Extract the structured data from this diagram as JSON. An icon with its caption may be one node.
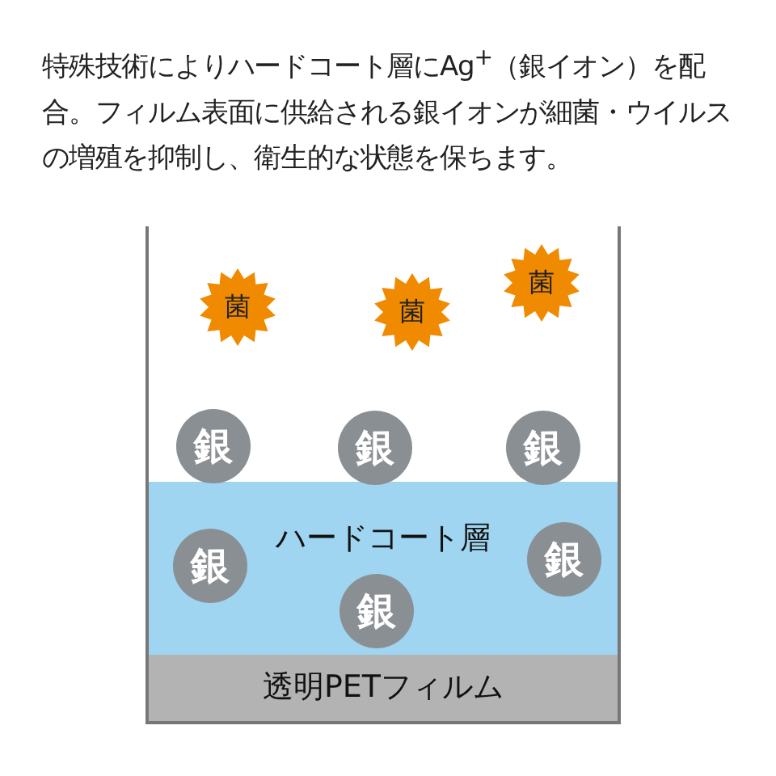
{
  "diagram": {
    "title": "特殊技術によりハードコート層にAg$^{+}$（銀イオン）を配合。フィルム表面に供給される銀イオンが細菌・ウイルスの増殖を抑制し、衛生的な状態を保ちます。",
    "nodes": [
      {
        "text": [
          "菌"
        ]
      },
      {
        "text": [
          "菌"
        ]
      },
      {
        "text": [
          "菌"
        ]
      },
      {
        "text": [
          "銀"
        ]
      },
      {
        "text": [
          "銀"
        ]
      },
      {
        "text": [
          "銀"
        ]
      },
      {
        "text": [
          "ハードコート層"
        ]
      },
      {
        "text": [
          "銀"
        ],
        "in": 6
      },
      {
        "text": [
          "銀"
        ],
        "in": 6
      },
      {
        "text": [
          "銀"
        ],
        "in": 6
      },
      {
        "text": [
          "透明PETフィルム"
        ]
      }
    ]
  }
}
